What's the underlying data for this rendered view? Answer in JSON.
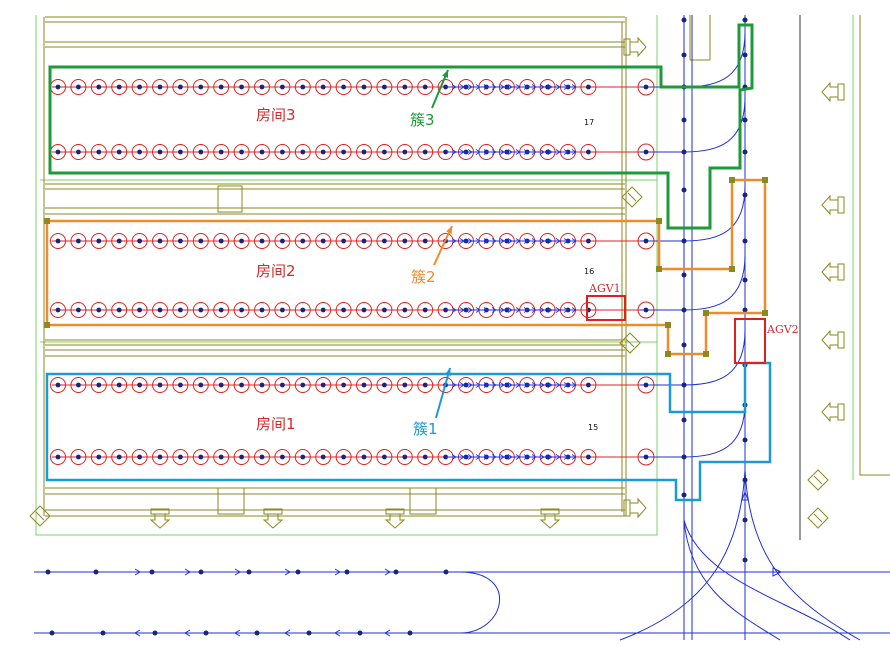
{
  "colors": {
    "background": "#ffffff",
    "wall": "#8a8a20",
    "room_border": "#7bd36b",
    "rack_circle": "#e02020",
    "node_dot": "#1a237e",
    "path_blue": "#1f2fd6",
    "cluster1": "#1a9ad6",
    "cluster2": "#f08a2a",
    "cluster3": "#1e9a3a",
    "agv_box": "#e02020",
    "label_red": "#d42a2a"
  },
  "rooms": [
    {
      "label": "房间3",
      "number": "17"
    },
    {
      "label": "房间2",
      "number": "16"
    },
    {
      "label": "房间1",
      "number": "15"
    }
  ],
  "clusters": [
    {
      "label": "簇3",
      "color": "#1e9a3a"
    },
    {
      "label": "簇2",
      "color": "#f08a2a"
    },
    {
      "label": "簇1",
      "color": "#1a9ad6"
    }
  ],
  "agvs": [
    {
      "label": "AGV1"
    },
    {
      "label": "AGV2"
    }
  ],
  "icons": [
    "door-arrow-right-icon",
    "door-arrow-down-icon",
    "door-arrow-left-icon",
    "door-diamond-icon"
  ]
}
